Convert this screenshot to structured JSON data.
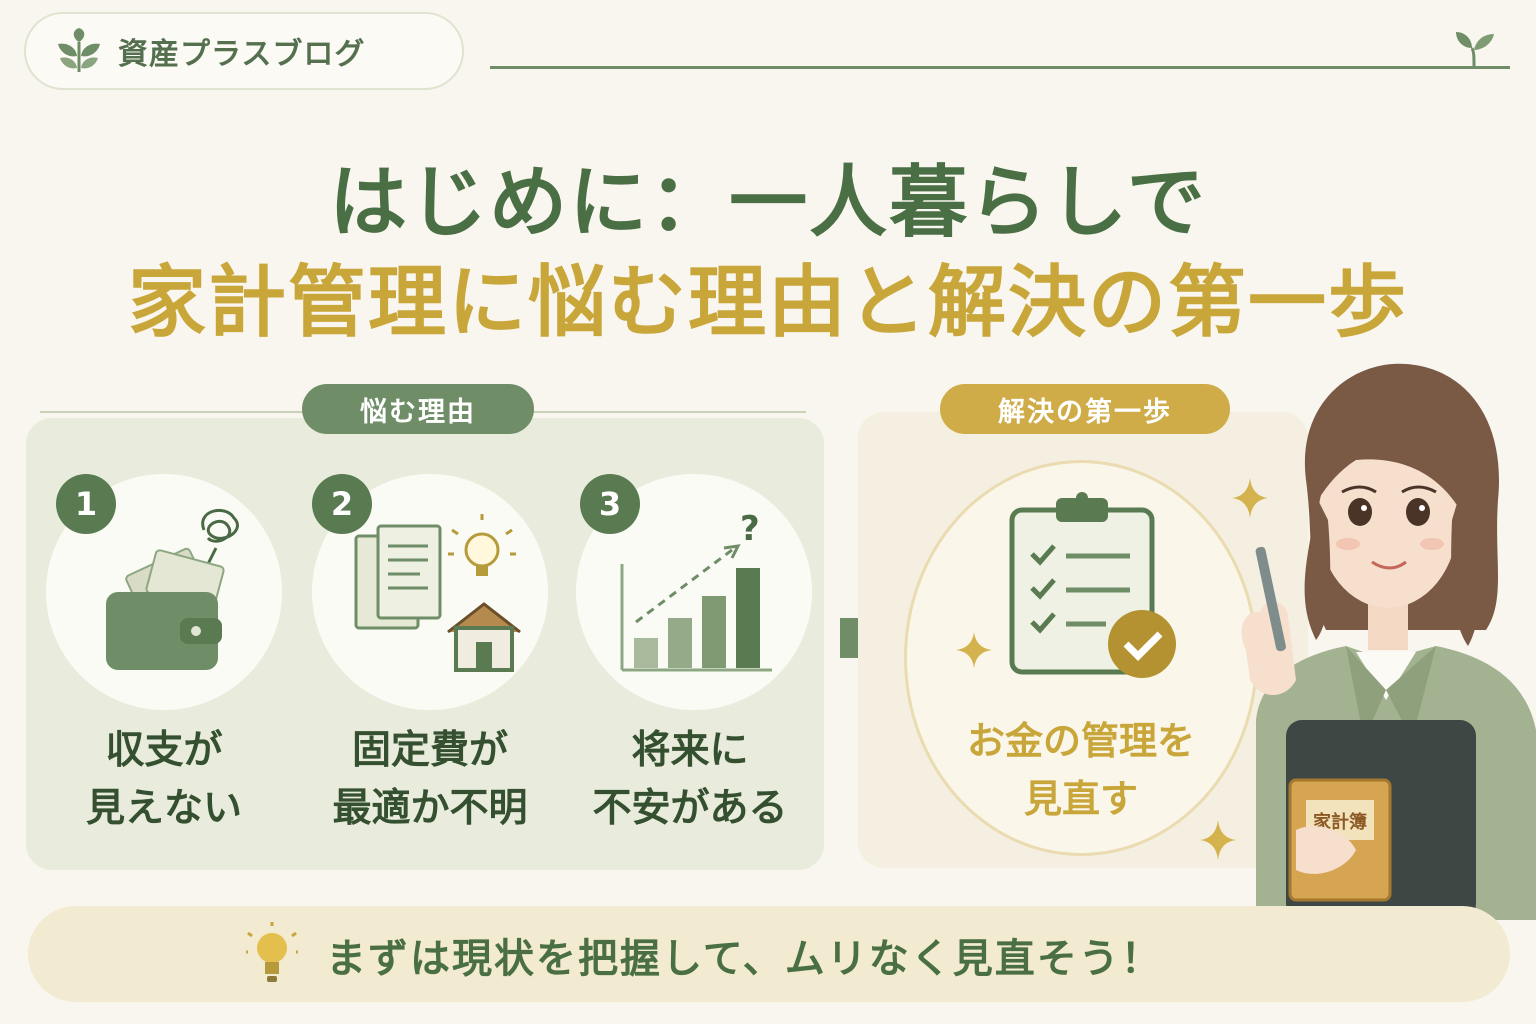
{
  "header": {
    "brand_name": "資産プラスブログ"
  },
  "title": {
    "line1": "はじめに：一人暮らしで",
    "line2": "家計管理に悩む理由と解決の第一歩"
  },
  "reasons": {
    "heading": "悩む理由",
    "items": [
      {
        "number": "1",
        "label_line1": "収支が",
        "label_line2": "見えない",
        "icon": "wallet-icon"
      },
      {
        "number": "2",
        "label_line1": "固定費が",
        "label_line2": "最適か不明",
        "icon": "documents-house-icon"
      },
      {
        "number": "3",
        "label_line1": "将来に",
        "label_line2": "不安がある",
        "icon": "rising-chart-icon"
      }
    ]
  },
  "solution": {
    "heading": "解決の第一歩",
    "label_line1": "お金の管理を",
    "label_line2": "見直す",
    "icon": "checklist-clipboard-icon"
  },
  "illustration": {
    "book_label": "家計簿"
  },
  "footer": {
    "message": "まずは現状を把握して、ムリなく見直そう！"
  },
  "colors": {
    "green": "#5a7a52",
    "gold": "#c9a63a",
    "background": "#f8f6ee"
  }
}
